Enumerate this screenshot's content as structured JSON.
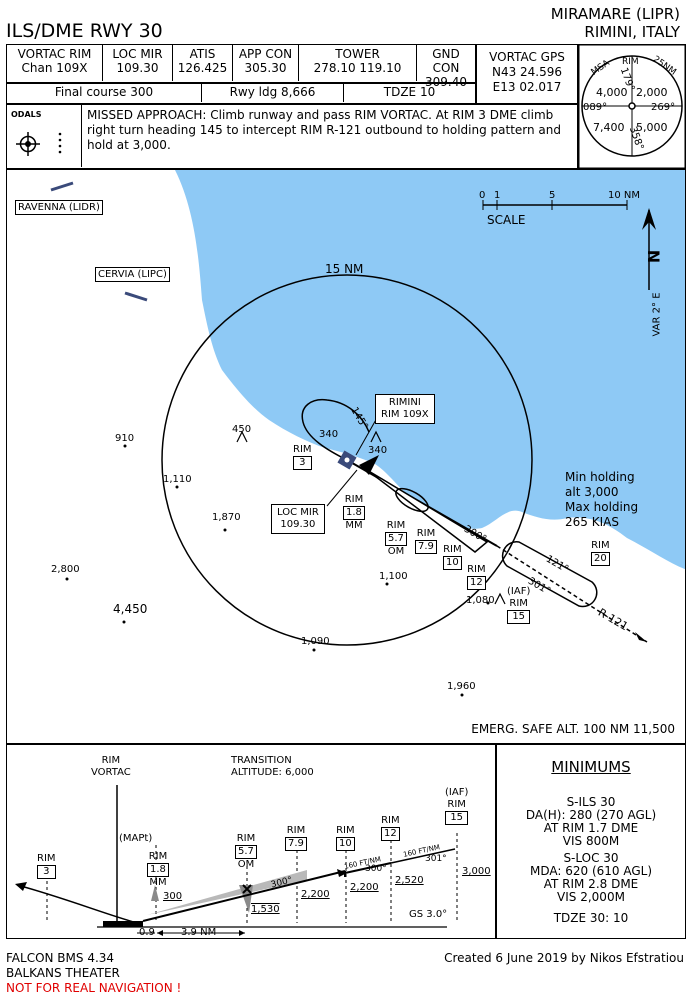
{
  "header": {
    "title": "ILS/DME RWY 30",
    "airport": "MIRAMARE (LIPR)",
    "location": "RIMINI, ITALY"
  },
  "freqs": {
    "vortac_rim": {
      "label": "VORTAC RIM",
      "value": "Chan 109X"
    },
    "loc_mir": {
      "label": "LOC MIR",
      "value": "109.30"
    },
    "atis": {
      "label": "ATIS",
      "value": "126.425"
    },
    "app_con": {
      "label": "APP CON",
      "value": "305.30"
    },
    "tower": {
      "label": "TOWER",
      "value": "278.10 119.10"
    },
    "gnd_con": {
      "label": "GND CON",
      "value": "309.40"
    }
  },
  "vortac_gps": {
    "label": "VORTAC GPS",
    "lat": "N43 24.596",
    "lon": "E13 02.017"
  },
  "final_course": "Final course 300",
  "rwy_ldg": "Rwy ldg 8,666",
  "tdze": "TDZE 10",
  "msa": {
    "label": "MSA",
    "fix": "RIM",
    "radius": "25NM",
    "r1": "179°",
    "r2": "269°",
    "r3": "089°",
    "r4": "358°",
    "alt_nw": "4,000",
    "alt_ne": "2,000",
    "alt_sw": "7,400",
    "alt_se": "5,000"
  },
  "odals_label": "ODALS",
  "missed_approach": "MISSED APPROACH: Climb runway and pass RIM VORTAC. At RIM 3 DME climb right turn heading 145 to intercept RIM R-121 outbound to holding pattern and hold at 3,000.",
  "plan": {
    "ravenna": "RAVENNA (LIDR)",
    "cervia": "CERVIA (LIPC)",
    "scale": {
      "t0": "0",
      "t1": "1",
      "t5": "5",
      "t10": "10 NM",
      "label": "SCALE"
    },
    "north": "N",
    "var": "VAR 2° E",
    "ring_label": "15 NM",
    "rimini_box": {
      "name": "RIMINI",
      "freq": "RIM 109X"
    },
    "loc_box": {
      "name": "LOC MIR",
      "freq": "109.30"
    },
    "hold_info": [
      "Min holding",
      "alt 3,000",
      "Max holding",
      "265 KIAS"
    ],
    "emerg": "EMERG. SAFE ALT. 100 NM 11,500",
    "hdg_145": "145°",
    "crs_300": "300°",
    "crs_301": "301°",
    "crs_121": "121°",
    "radial": "R-121",
    "iaf": "(IAF)",
    "om": "OM",
    "mm": "MM",
    "elevations": {
      "e910": "910",
      "e450": "450",
      "e340a": "340",
      "e340b": "340",
      "e1110": "1,110",
      "e1870": "1,870",
      "e2800": "2,800",
      "e4450": "4,450",
      "e1100": "1,100",
      "e1080": "1,080",
      "e1090": "1,090",
      "e1960": "1,960"
    },
    "fixes": {
      "rim3": "3",
      "rim18": "1.8",
      "rim57": "5.7",
      "rim79": "7.9",
      "rim10": "10",
      "rim12": "12",
      "rim15": "15",
      "rim20": "20"
    },
    "rim": "RIM"
  },
  "profile": {
    "rim_vortac": [
      "RIM",
      "VORTAC"
    ],
    "transition": [
      "TRANSITION",
      "ALTITUDE: 6,000"
    ],
    "mapt": "(MAPt)",
    "iaf": "(IAF)",
    "rim": "RIM",
    "om": "OM",
    "mm": "MM",
    "fixes": {
      "rim3": "3",
      "rim18": "1.8",
      "rim57": "5.7",
      "rim79": "7.9",
      "rim10": "10",
      "rim12": "12",
      "rim15": "15"
    },
    "alts": {
      "a300": "300",
      "a1530": "1,530",
      "a2200a": "2,200",
      "a2200b": "2,200",
      "a2520": "2,520",
      "a3000": "3,000"
    },
    "courses": {
      "c300a": "300°",
      "c300b": "300°",
      "c301": "301°"
    },
    "descent": {
      "d1": "160 FT/NM",
      "d2": "160 FT/NM"
    },
    "gs": "GS 3.0°",
    "dist1": "0.9",
    "dist2": "3.9 NM"
  },
  "minimums": {
    "title": "MINIMUMS",
    "ils": [
      "S-ILS 30",
      "DA(H):  280 (270 AGL)",
      "AT RIM 1.7 DME",
      "VIS 800M"
    ],
    "loc": [
      "S-LOC 30",
      "MDA:  620 (610 AGL)",
      "AT RIM 2.8 DME",
      "VIS 2,000M"
    ],
    "tdze": "TDZE 30:  10"
  },
  "footer": {
    "sim": "FALCON BMS 4.34",
    "theater": "BALKANS THEATER",
    "warning": "NOT FOR REAL NAVIGATION !",
    "credit": "Created 6 June 2019 by Nikos Efstratiou"
  },
  "colors": {
    "sea": "#8ec9f5",
    "warning": "#e00000",
    "road": "#3a4a7a"
  }
}
